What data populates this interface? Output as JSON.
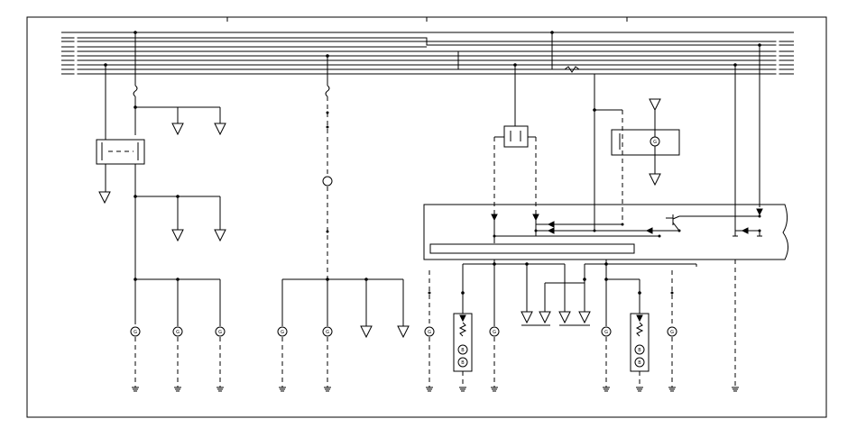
{
  "diagram": {
    "type": "wiring-schematic",
    "bus_line_count": 10,
    "lamp_symbol_label": "G",
    "bulb_symbol_label": "B",
    "colors": {
      "line": "#000000",
      "background": "#ffffff"
    }
  }
}
